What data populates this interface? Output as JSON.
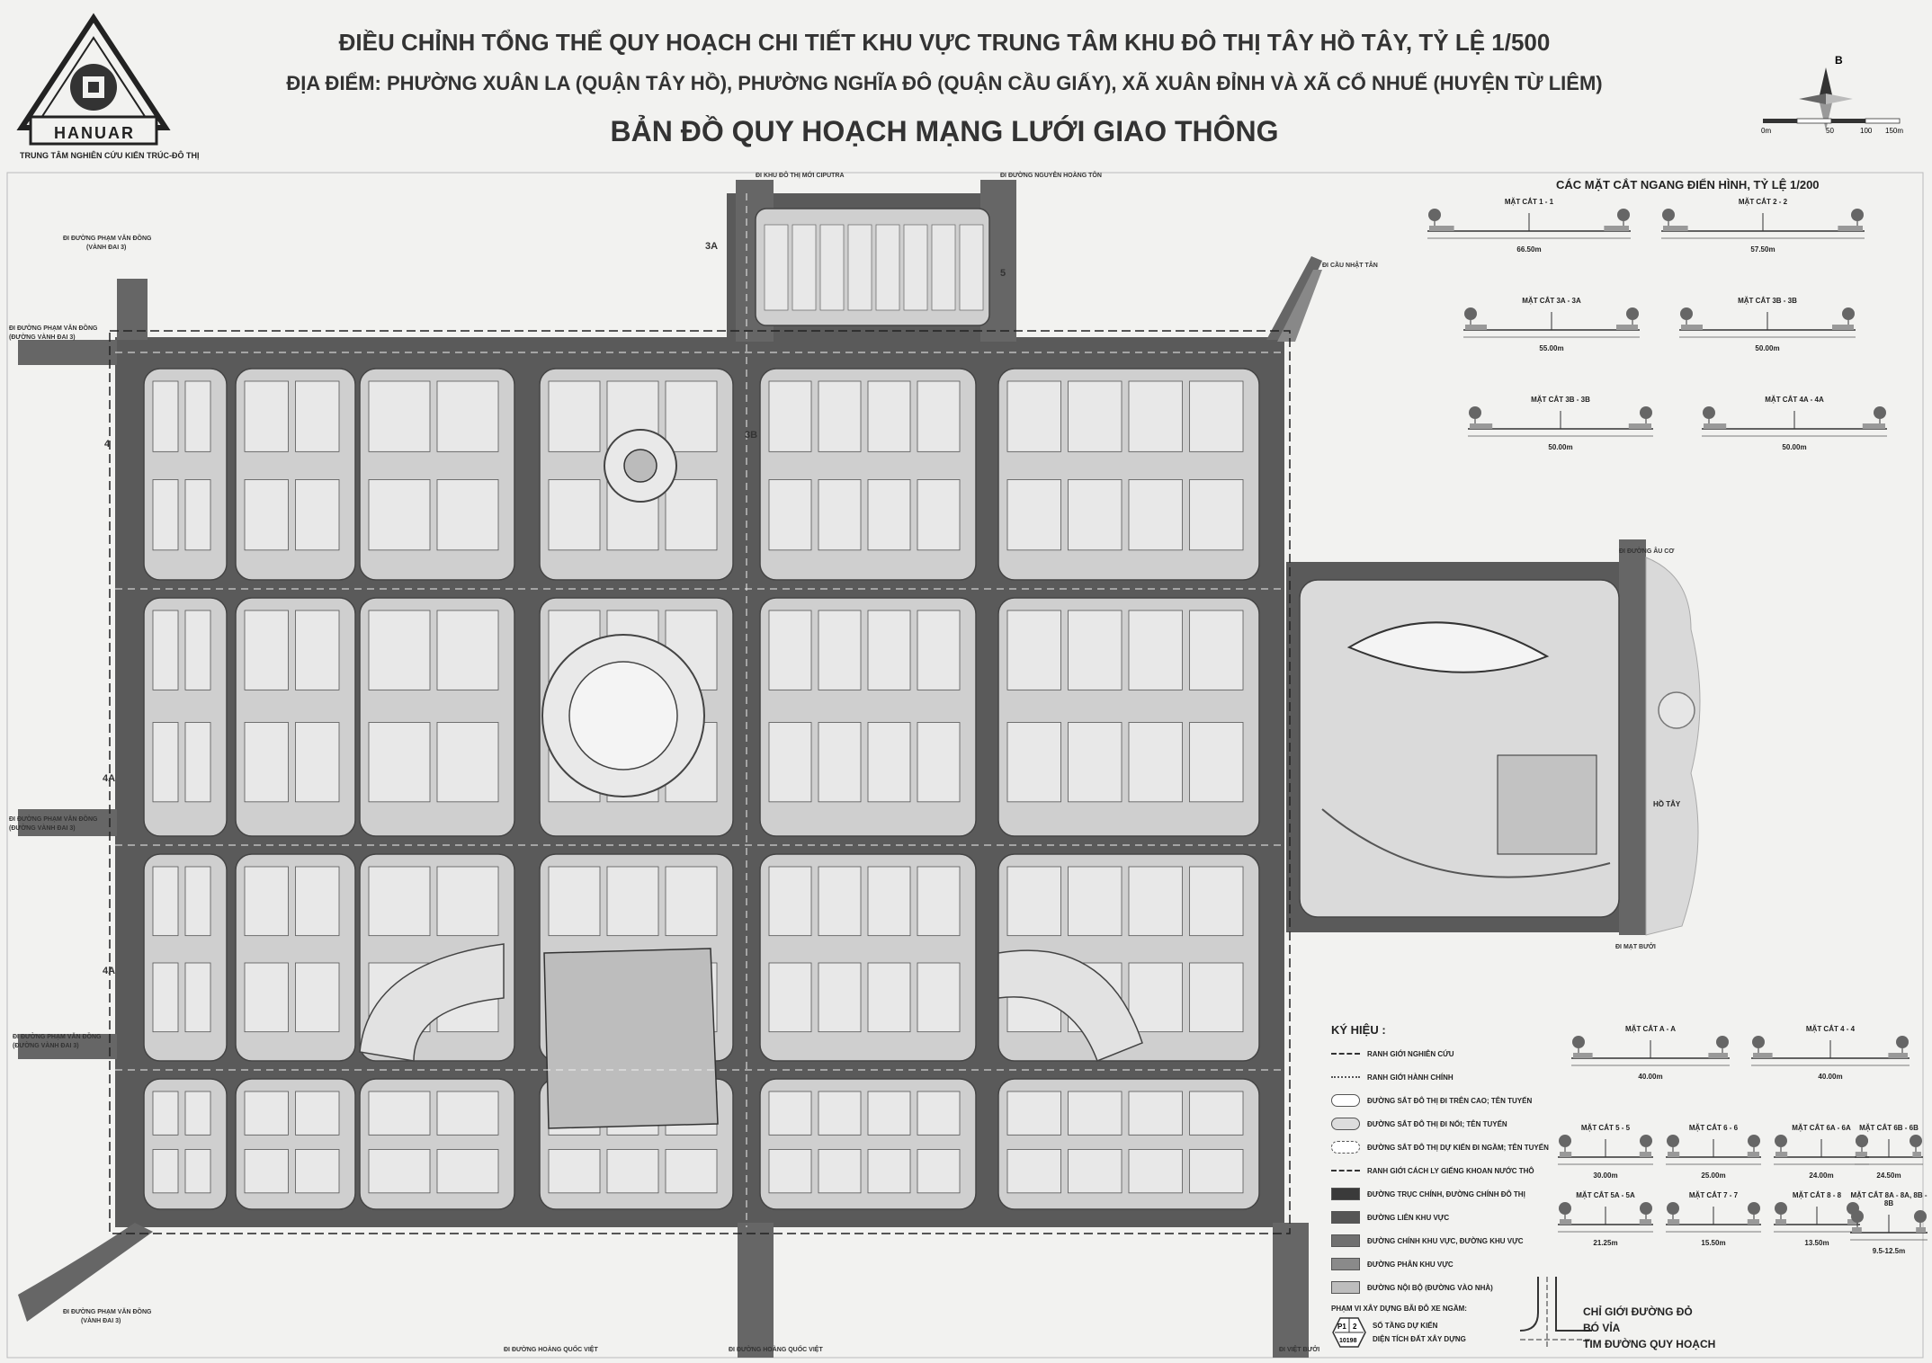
{
  "header": {
    "org_name": "HANUAR",
    "org_sub": "TRUNG TÂM NGHIÊN CỨU KIẾN TRÚC-ĐÔ THỊ",
    "title_line1": "ĐIỀU CHỈNH TỔNG THỂ QUY HOẠCH CHI TIẾT KHU VỰC TRUNG TÂM KHU ĐÔ THỊ TÂY HỒ TÂY, TỶ LỆ 1/500",
    "title_line2": "ĐỊA ĐIỂM: PHƯỜNG XUÂN LA (QUẬN TÂY HỒ), PHƯỜNG NGHĨA ĐÔ (QUẬN CẦU GIẤY), XÃ XUÂN ĐỈNH VÀ XÃ CỔ NHUẾ (HUYỆN TỪ LIÊM)",
    "title_line3": "BẢN ĐỒ QUY HOẠCH MẠNG LƯỚI GIAO THÔNG",
    "north_label": "B",
    "scale_labels": [
      "0m",
      "50",
      "100",
      "150m"
    ]
  },
  "map": {
    "exits": {
      "top_ciputra": "ĐI KHU ĐÔ THỊ MỚI CIPUTRA",
      "top_nguyen_hoang_ton": "ĐI ĐƯỜNG NGUYỄN HOÀNG TÔN",
      "cau_nhat_tan": "ĐI CẦU NHẬT TÂN",
      "left_1": "ĐI ĐƯỜNG PHẠM VĂN ĐỒNG",
      "left_1b": "(VÀNH ĐAI 3)",
      "left_2": "ĐI ĐƯỜNG PHẠM VĂN ĐỒNG",
      "left_2b": "(ĐƯỜNG VÀNH ĐAI 3)",
      "left_3": "ĐI ĐƯỜNG PHẠM VĂN ĐỒNG",
      "left_3b": "(ĐƯỜNG VÀNH ĐAI 3)",
      "left_4": "ĐI ĐƯỜNG PHẠM VĂN ĐỒNG",
      "left_4b": "(ĐƯỜNG VÀNH ĐAI 3)",
      "bottom_left": "ĐI ĐƯỜNG PHẠM VĂN ĐỒNG",
      "bottom_leftb": "(VÀNH ĐAI 3)",
      "bottom_quoc_viet": "ĐI ĐƯỜNG HOÀNG QUỐC VIỆT",
      "bottom_quoc_viet_2": "ĐI ĐƯỜNG HOÀNG QUỐC VIỆT",
      "bottom_right": "ĐI VIỆT BƯỞI",
      "right_au_co": "ĐI ĐƯỜNG ÂU CƠ",
      "right_buoi": "ĐI MẠT BƯỞI"
    },
    "lake_label": "HỒ TÂY",
    "section_marks": [
      "3A",
      "3B",
      "4A",
      "4",
      "4A",
      "5"
    ]
  },
  "sections": {
    "title": "CÁC MẶT CẮT NGANG ĐIỂN HÌNH, TỶ LỆ 1/200",
    "items": [
      {
        "name": "MẶT CẮT 1 - 1",
        "width": "66.50m"
      },
      {
        "name": "MẶT CẮT 2 - 2",
        "width": "57.50m"
      },
      {
        "name": "MẶT CẮT 3A - 3A",
        "width": "55.00m"
      },
      {
        "name": "MẶT CẮT 3B - 3B",
        "width": "50.00m"
      },
      {
        "name": "MẶT CẮT 3B - 3B",
        "width": "50.00m"
      },
      {
        "name": "MẶT CẮT 4A - 4A",
        "width": "50.00m"
      },
      {
        "name": "MẶT CẮT A - A",
        "width": "40.00m"
      },
      {
        "name": "MẶT CẮT 4 - 4",
        "width": "40.00m"
      },
      {
        "name": "MẶT CẮT 5 - 5",
        "width": "30.00m"
      },
      {
        "name": "MẶT CẮT 6 - 6",
        "width": "25.00m"
      },
      {
        "name": "MẶT CẮT 6A - 6A",
        "width": "24.00m"
      },
      {
        "name": "MẶT CẮT 6B - 6B",
        "width": "24.50m"
      },
      {
        "name": "MẶT CẮT 5A - 5A",
        "width": "21.25m"
      },
      {
        "name": "MẶT CẮT 7 - 7",
        "width": "15.50m"
      },
      {
        "name": "MẶT CẮT 8 - 8",
        "width": "13.50m"
      },
      {
        "name": "MẶT CẮT 8A - 8A, 8B - 8B",
        "width": "9.5-12.5m"
      }
    ]
  },
  "legend": {
    "title": "KÝ HIỆU :",
    "items": [
      "RANH GIỚI NGHIÊN CỨU",
      "RANH GIỚI HÀNH CHÍNH",
      "ĐƯỜNG SẮT ĐÔ THỊ ĐI TRÊN CAO; TÊN TUYẾN",
      "ĐƯỜNG SẮT ĐÔ THỊ ĐI NỔI; TÊN TUYẾN",
      "ĐƯỜNG SẮT ĐÔ THỊ DỰ KIẾN ĐI NGẦM; TÊN TUYẾN",
      "RANH GIỚI CÁCH LY GIẾNG KHOAN NƯỚC THÔ",
      "ĐƯỜNG TRỤC CHÍNH, ĐƯỜNG CHÍNH ĐÔ THỊ",
      "ĐƯỜNG LIÊN KHU VỰC",
      "ĐƯỜNG CHÍNH KHU VỰC, ĐƯỜNG KHU VỰC",
      "ĐƯỜNG PHÂN KHU VỰC",
      "ĐƯỜNG NỘI BỘ (ĐƯỜNG VÀO NHÀ)"
    ],
    "parking_title": "PHẠM VI XÂY DỰNG BÃI ĐỖ XE NGẦM:",
    "parking_code": "P1",
    "parking_floors_num": "2",
    "parking_area_num": "10198",
    "parking_floors": "SỐ TẦNG DỰ KIẾN",
    "parking_area": "DIỆN TÍCH ĐẤT XÂY DỰNG",
    "bottom": [
      "CHỈ GIỚI ĐƯỜNG ĐỎ",
      "BÓ VỈA",
      "TIM ĐƯỜNG QUY HOẠCH"
    ]
  },
  "colors": {
    "road": "#5a5a5a",
    "block": "#cfcfcf",
    "paper": "#f2f2f0"
  }
}
